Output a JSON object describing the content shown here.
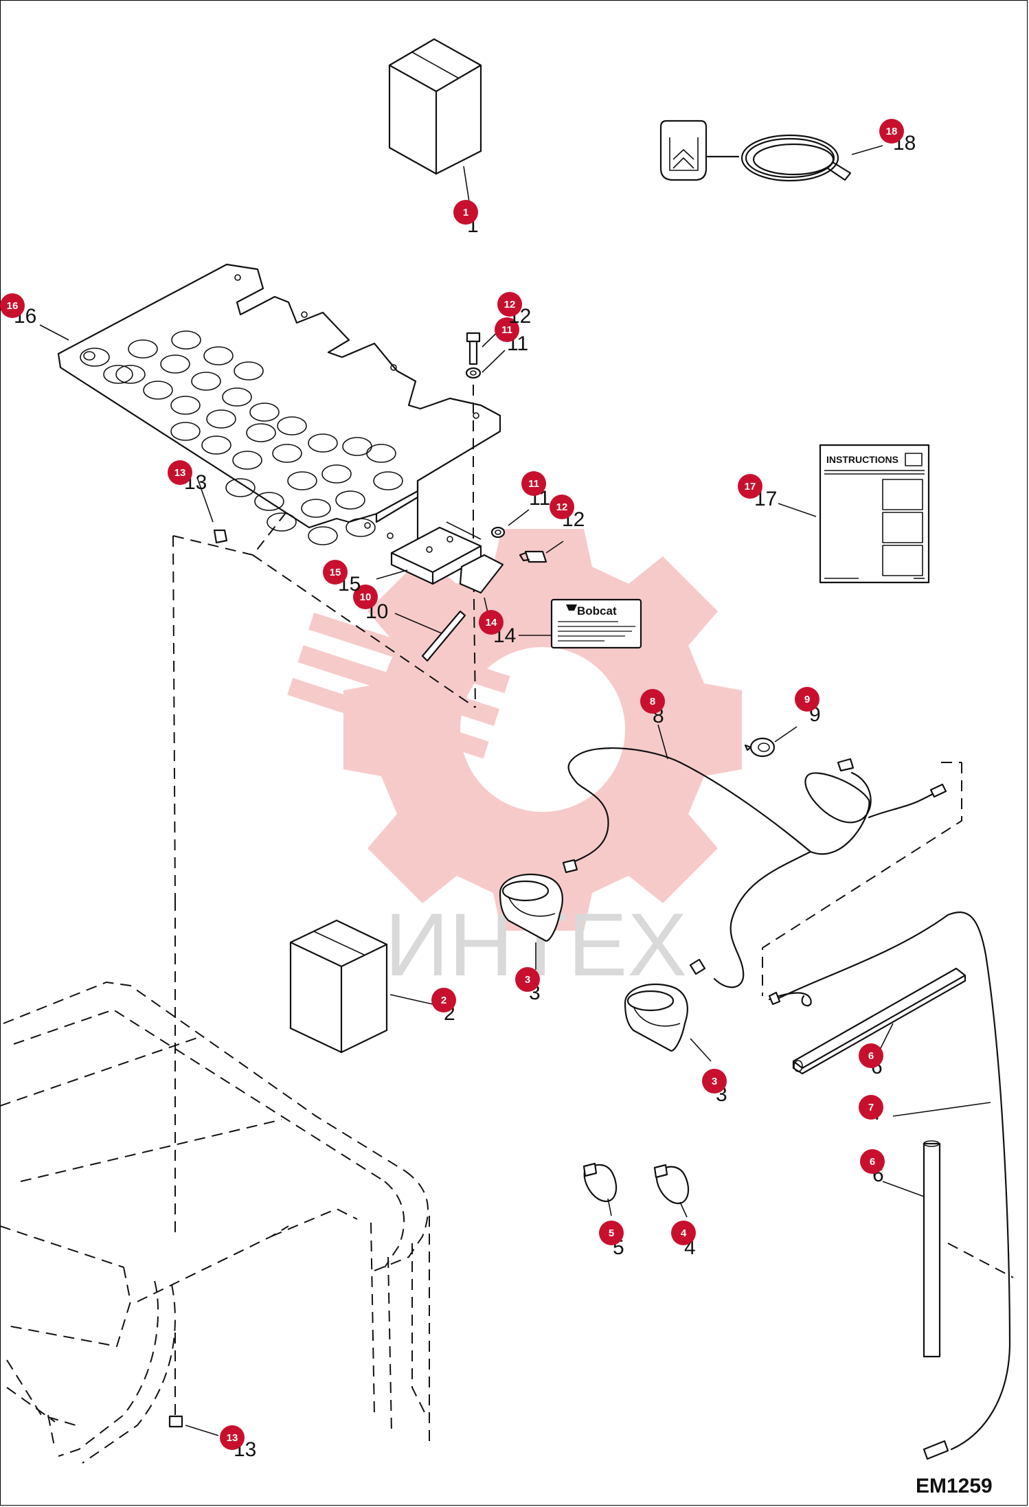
{
  "drawing_code": "EM1259",
  "watermark": "ИНТЕХ",
  "instructions_title": "INSTRUCTIONS",
  "decal_brand": "Bobcat",
  "callouts": [
    {
      "id": "c1",
      "text": "1"
    },
    {
      "id": "c2",
      "text": "2"
    },
    {
      "id": "c3a",
      "text": "3"
    },
    {
      "id": "c3b",
      "text": "3"
    },
    {
      "id": "c4",
      "text": "4"
    },
    {
      "id": "c5",
      "text": "5"
    },
    {
      "id": "c6a",
      "text": "6"
    },
    {
      "id": "c6b",
      "text": "6"
    },
    {
      "id": "c7",
      "text": "7"
    },
    {
      "id": "c8",
      "text": "8"
    },
    {
      "id": "c9",
      "text": "9"
    },
    {
      "id": "c10",
      "text": "10"
    },
    {
      "id": "c11a",
      "text": "11"
    },
    {
      "id": "c11b",
      "text": "11"
    },
    {
      "id": "c12a",
      "text": "12"
    },
    {
      "id": "c12b",
      "text": "12"
    },
    {
      "id": "c13a",
      "text": "13"
    },
    {
      "id": "c13b",
      "text": "13"
    },
    {
      "id": "c14",
      "text": "14"
    },
    {
      "id": "c15",
      "text": "15"
    },
    {
      "id": "c16",
      "text": "16"
    },
    {
      "id": "c17",
      "text": "17"
    },
    {
      "id": "c18",
      "text": "18"
    }
  ],
  "colors": {
    "badge": "#c8102e",
    "watermark": "#f2b7b7",
    "line": "#111111"
  }
}
